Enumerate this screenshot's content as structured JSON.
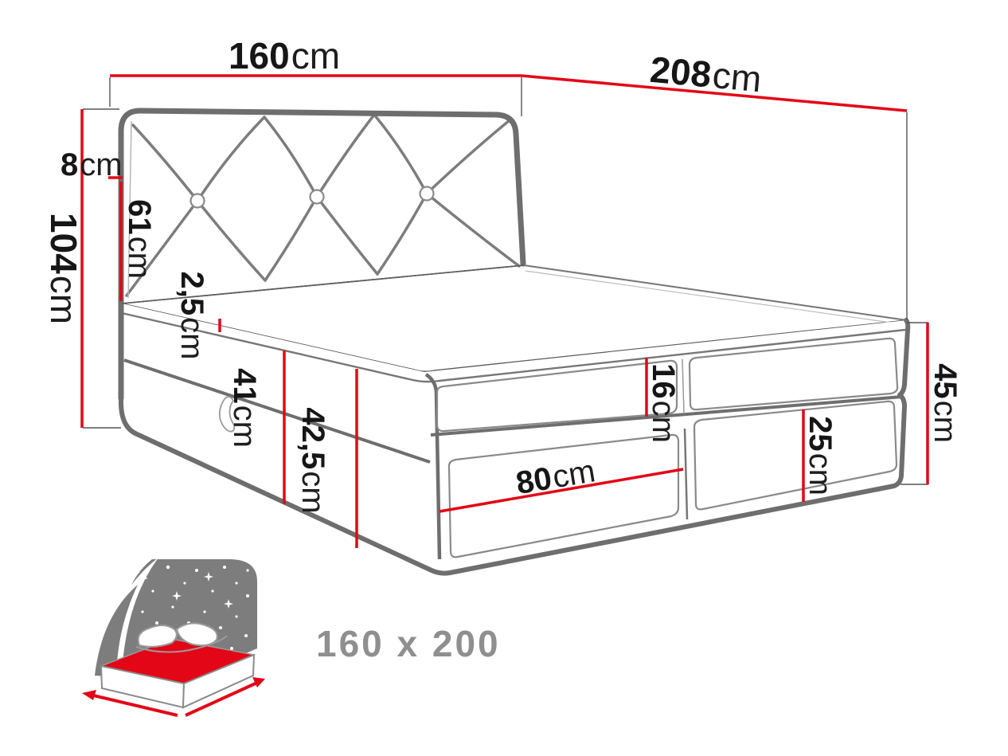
{
  "title": "Upholstered storage bed dimension diagram",
  "dimensions": {
    "top_width": {
      "value": "160",
      "unit": "cm"
    },
    "total_length": {
      "value": "208",
      "unit": "cm"
    },
    "headboard_height": {
      "value": "104",
      "unit": "cm"
    },
    "headboard_depth": {
      "value": "8",
      "unit": "cm"
    },
    "headboard_panel_height": {
      "value": "61",
      "unit": "cm"
    },
    "topper_height": {
      "value": "2,5",
      "unit": "cm"
    },
    "base_side_height": {
      "value": "41",
      "unit": "cm"
    },
    "base_front_height": {
      "value": "42,5",
      "unit": "cm"
    },
    "mattress_height": {
      "value": "16",
      "unit": "cm"
    },
    "drawer_width": {
      "value": "80",
      "unit": "cm"
    },
    "drawer_front_height": {
      "value": "25",
      "unit": "cm"
    },
    "foot_end_height": {
      "value": "45",
      "unit": "cm"
    }
  },
  "footer": {
    "size_label": "160 x 200"
  },
  "colors": {
    "dimension_red": "#e30617",
    "outline_gray": "#6e6e6e",
    "panel_gray": "#8a8a8a",
    "icon_gray": "#7d7d7d",
    "text_black": "#161616",
    "size_label_gray": "#8f8f8f",
    "background": "#ffffff"
  }
}
